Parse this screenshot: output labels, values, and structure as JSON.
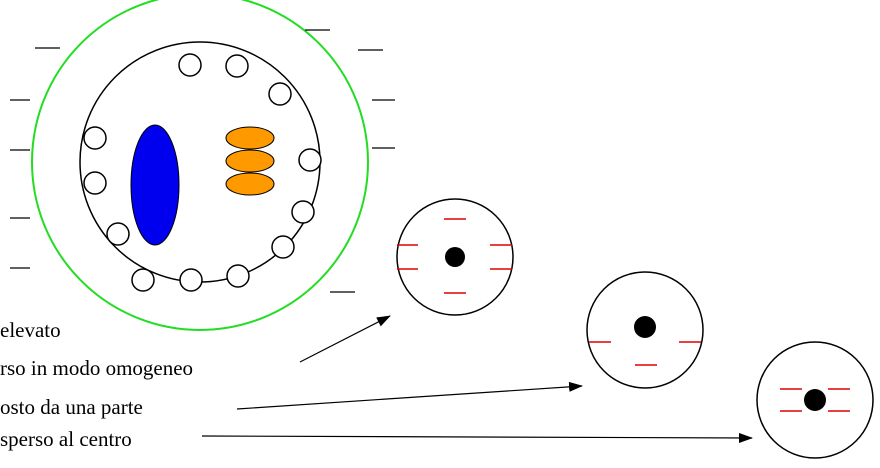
{
  "labels": [
    {
      "key": "elevato",
      "text": "elevato"
    },
    {
      "key": "omogeneo",
      "text": "rso in modo omogeneo"
    },
    {
      "key": "una-parte",
      "text": "osto da una parte"
    },
    {
      "key": "centro",
      "text": "sperso al centro"
    }
  ],
  "colors": {
    "outline": "#000000",
    "outer_ring": "#22dd22",
    "blue_organelle": "#0000ee",
    "orange_stack": "#ff9900",
    "charge_mark_black": "#000000",
    "charge_mark_red": "#dd0000"
  },
  "icons": {
    "large_cell": "cell-with-nucleus-and-golgi",
    "small_circles": "charge-distribution-circle",
    "arrows": "pointer-arrow"
  }
}
